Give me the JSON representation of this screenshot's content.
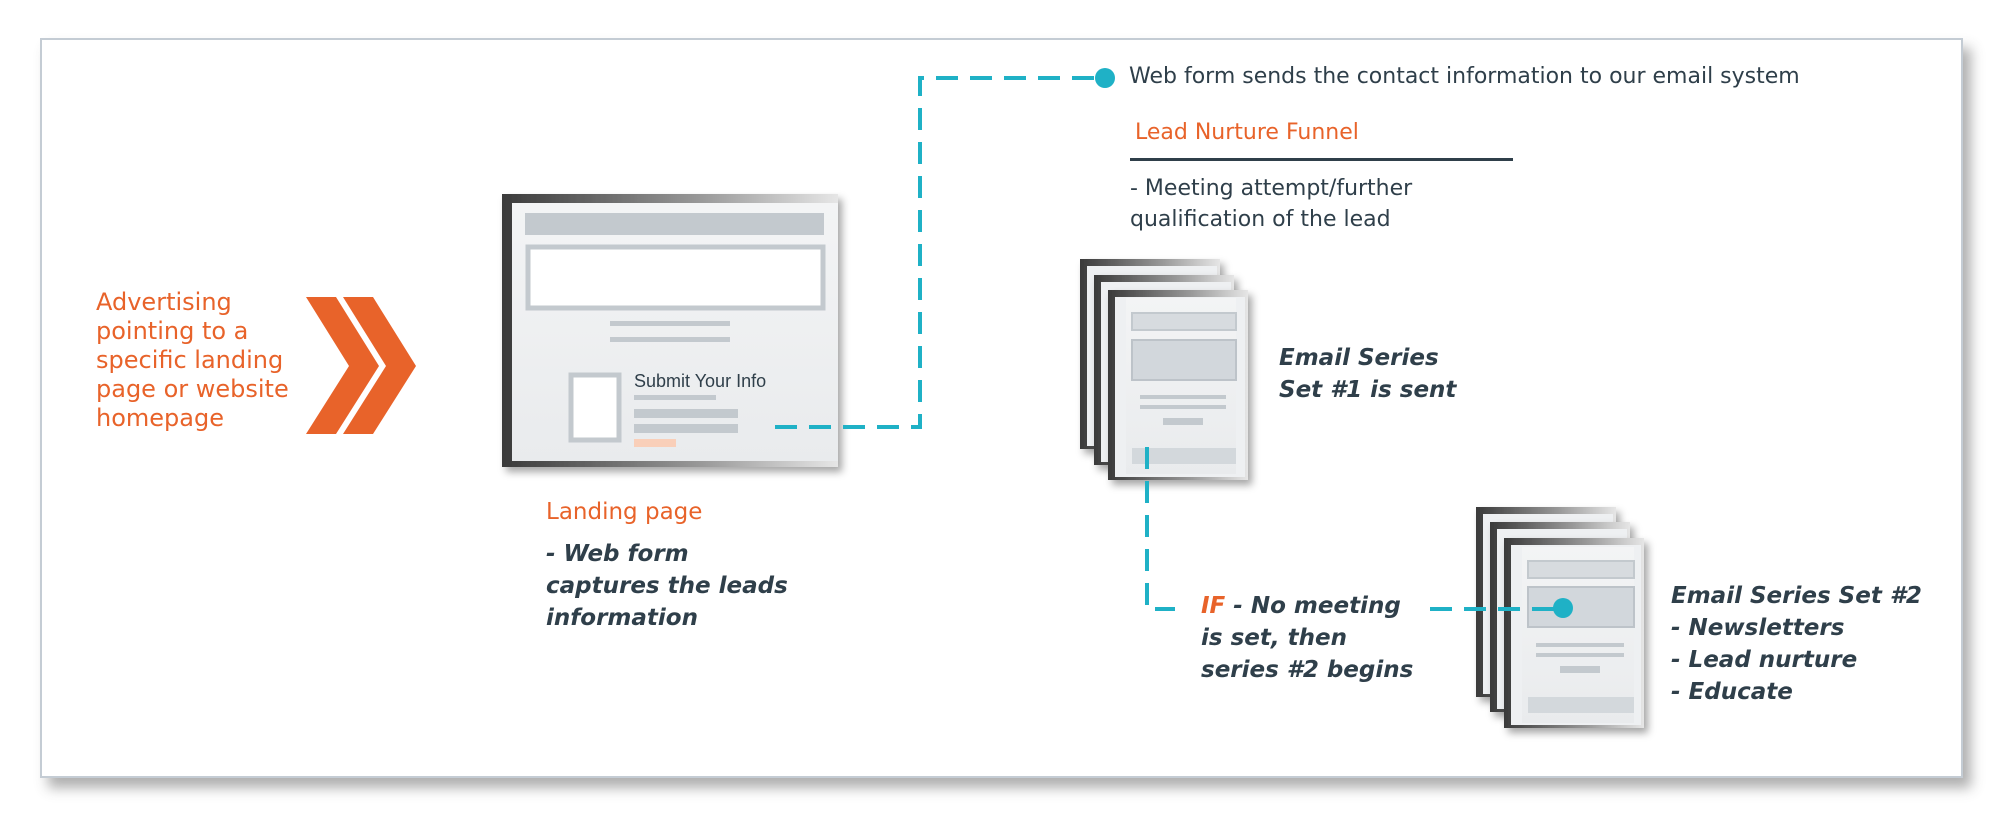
{
  "colors": {
    "accent": "#e8632a",
    "connector": "#1fb1c6",
    "text": "#2f3f4a",
    "mockup_gray": "#c3c9ce",
    "frame_border": "#c4ccd4"
  },
  "advertising": {
    "lines": [
      "Advertising",
      "pointing to a",
      "specific landing",
      "page or website",
      "homepage"
    ]
  },
  "landing_mockup": {
    "submit_label": "Submit Your Info"
  },
  "landing_page": {
    "title": "Landing page",
    "desc_lines": [
      "- Web form",
      "captures the leads",
      "information"
    ]
  },
  "web_form_note": "Web form sends the contact information to our email system",
  "funnel": {
    "title": "Lead Nurture Funnel",
    "desc_lines": [
      "- Meeting attempt/further",
      "qualification of the lead"
    ]
  },
  "series1": {
    "lines": [
      "Email Series",
      "Set #1 is sent"
    ]
  },
  "condition": {
    "keyword": "IF",
    "line1_rest": " - No meeting",
    "lines": [
      "is set, then",
      "series #2 begins"
    ]
  },
  "series2": {
    "lines": [
      "Email Series Set #2",
      "- Newsletters",
      "- Lead nurture",
      "- Educate"
    ]
  }
}
